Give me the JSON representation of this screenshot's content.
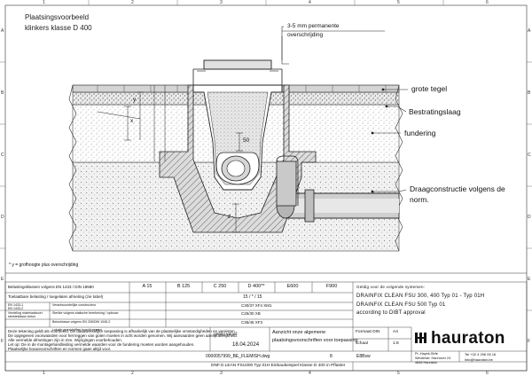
{
  "drawing": {
    "title_line1": "Plaatsingsvoorbeeld",
    "title_line2": "klinkers klasse D 400",
    "labels": {
      "overshoot_line1": "3-5 mm permanente",
      "overshoot_line2": "overschrijding",
      "tile": "grote tegel",
      "bedding": "Bestratingslaag",
      "foundation": "fundering",
      "support_line1": "Draagconstructie volgens de",
      "support_line2": "norm."
    },
    "dim_labels": {
      "x": "x",
      "y": "y",
      "z": "z",
      "fifty": "50"
    },
    "footnote": "* y = grofhoogte plus overschrijding"
  },
  "grid": {
    "top_numbers": [
      "1",
      "2",
      "3",
      "4",
      "5",
      "6"
    ],
    "side_letters": [
      "A",
      "B",
      "C",
      "D",
      "E",
      "F"
    ]
  },
  "title_block": {
    "row1_label": "Belastingsklassen volgens EN 1433 / DIN 19580",
    "row2_label": "Toelaatbare belasting / toegelaten afmeting (zie tabel)",
    "row3_col1": "EN 1433-1\nEN 1433-2",
    "row3_col2": "Verantwoordelijke constructeur",
    "row4_col1": "Verdeling materiaalsoort\nsterkteklasse beton",
    "row4_col2": "Sterkte volgens statische berekening / opbouw",
    "row5_col2": "Betonklasse volgens EN 206/DIN 1045-2",
    "row6_col2": "Lokale voorschriften in acht nemen",
    "classes": [
      "A 15",
      "B 125",
      "C 250",
      "D 400**",
      "E600",
      "F900"
    ],
    "spec_values": [
      "15 / * / 15",
      "C30/37 XF4 XM1",
      "C25/30 XB",
      "C35/45 XF3"
    ],
    "description_line0": "Geldig voor de volgende systemen:",
    "description_line1": "DRAINFIX CLEAN FSU 300, 400 Typ 01 - Typ 01H",
    "description_line2": "DRAINFIX CLEAN FSU 500 Typ 01",
    "description_line3": "according to DIBT approval",
    "notes": [
      "Deze tekening geldt als voorbeeld. De daadwerkelijke toepassing is afhankelijk van de plaatselijke omstandigheden en vereisten.",
      "De opgegeven voorwaarden voor het leggen van goten moeten in acht worden genomen. Wij aanvaarden geen aansprakelijkheid.",
      "Alle vermelde afmetingen zijn in mm. Wijzigingen voorbehouden.",
      "Let op: De in de montagehandleiding vermelde waarden voor de fundering moeten worden aangehouden.",
      "Plaatselijke bouwvoorschriften en normen gaan altijd voor."
    ],
    "valid_from_label": "geldig vanaf:",
    "valid_from": "18.04.2024",
    "change_note_line1": "Aanzicht onze algemene",
    "change_note_line2": "plaatsingsvoorschriften voor toepassing",
    "format_label": "Formaat DIN",
    "format_value": "A4",
    "scale_label": "schaal",
    "scale_value": "1:8",
    "doc_number": "0000057999_BE_FLEMISH.dwg",
    "revision": "8",
    "lang": "E8Bsw",
    "footer_file": "DNF.G.LEAN FSU300 Typ 01H Einbaubeispiel Klasse D 400 in Pflaster",
    "company": "hauraton",
    "address_line1": "Pr.-Hayek-Strfe",
    "address_line2": "Werderstr. Hannover 24",
    "address_line3": "4848 Hauraton",
    "phone": "Tel +32 4 296 05 16",
    "email": "info@hauraton.be"
  }
}
